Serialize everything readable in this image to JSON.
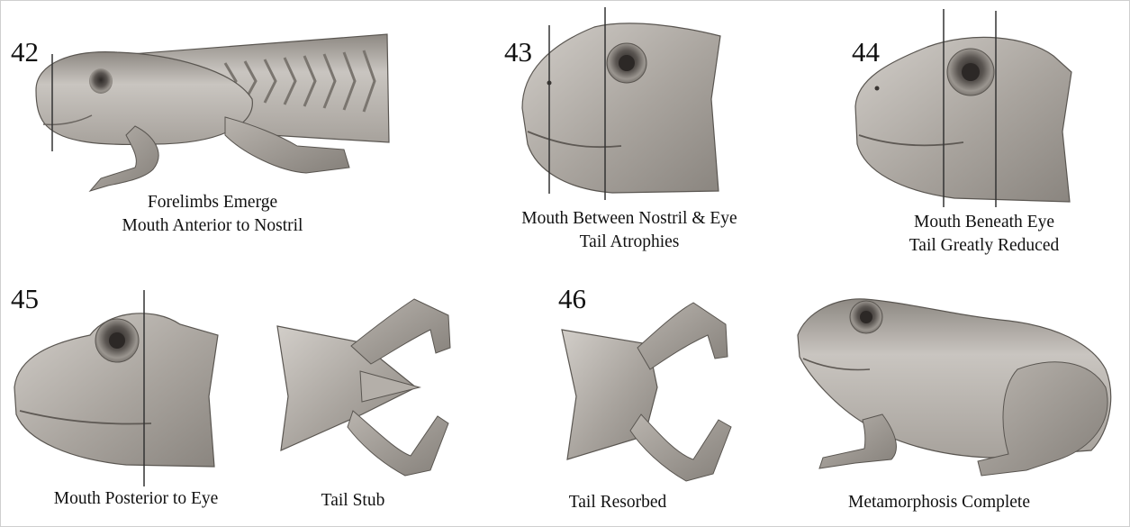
{
  "stages": [
    {
      "number": "42",
      "caption_lines": [
        "Forelimbs Emerge",
        "Mouth Anterior to Nostril"
      ]
    },
    {
      "number": "43",
      "caption_lines": [
        "Mouth Between Nostril & Eye",
        "Tail Atrophies"
      ]
    },
    {
      "number": "44",
      "caption_lines": [
        "Mouth Beneath Eye",
        "Tail Greatly Reduced"
      ]
    },
    {
      "number": "45",
      "caption_lines": [
        "Mouth Posterior to Eye"
      ]
    },
    {
      "number": "",
      "caption_lines": [
        "Tail Stub"
      ]
    },
    {
      "number": "46",
      "caption_lines": [
        "Tail Resorbed"
      ]
    },
    {
      "number": "",
      "caption_lines": [
        "Metamorphosis Complete"
      ]
    }
  ],
  "colors": {
    "skin_light": "#cdc9c4",
    "skin_mid": "#a29d97",
    "skin_dark": "#6e6964",
    "outline": "#4d4945",
    "marker_line": "#333333",
    "eye": "#3a3633"
  }
}
